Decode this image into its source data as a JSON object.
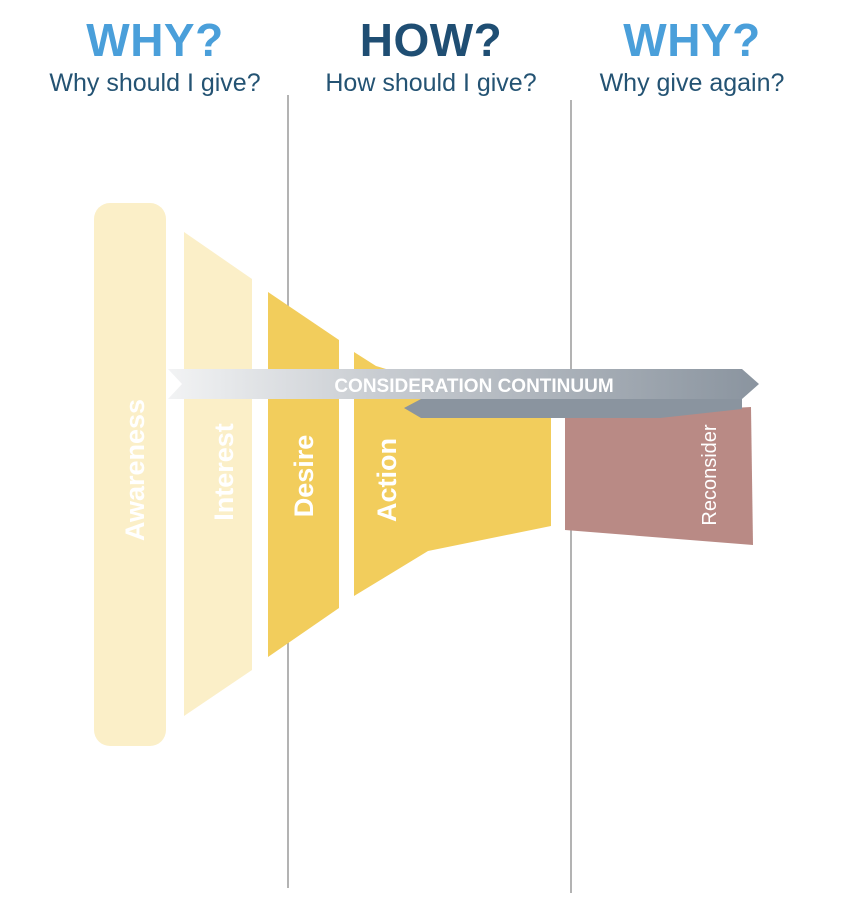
{
  "columns": [
    {
      "title": "WHY?",
      "subtitle": "Why should I give?",
      "title_color": "#4a9fda",
      "subtitle_color": "#245373"
    },
    {
      "title": "HOW?",
      "subtitle": "How should I give?",
      "title_color": "#1f4e73",
      "subtitle_color": "#245373"
    },
    {
      "title": "WHY?",
      "subtitle": "Why give again?",
      "title_color": "#4a9fda",
      "subtitle_color": "#245373"
    }
  ],
  "stages": [
    {
      "label": "Awareness",
      "color": "#fbefc8"
    },
    {
      "label": "Interest",
      "color": "#fbefc8"
    },
    {
      "label": "Desire",
      "color": "#f2cd5c"
    },
    {
      "label": "Action",
      "color": "#f2cd5c"
    },
    {
      "label": "Reconsider",
      "color": "#b98a85"
    }
  ],
  "continuum": {
    "label": "CONSIDERATION CONTINUUM",
    "color": "#8a949f"
  }
}
